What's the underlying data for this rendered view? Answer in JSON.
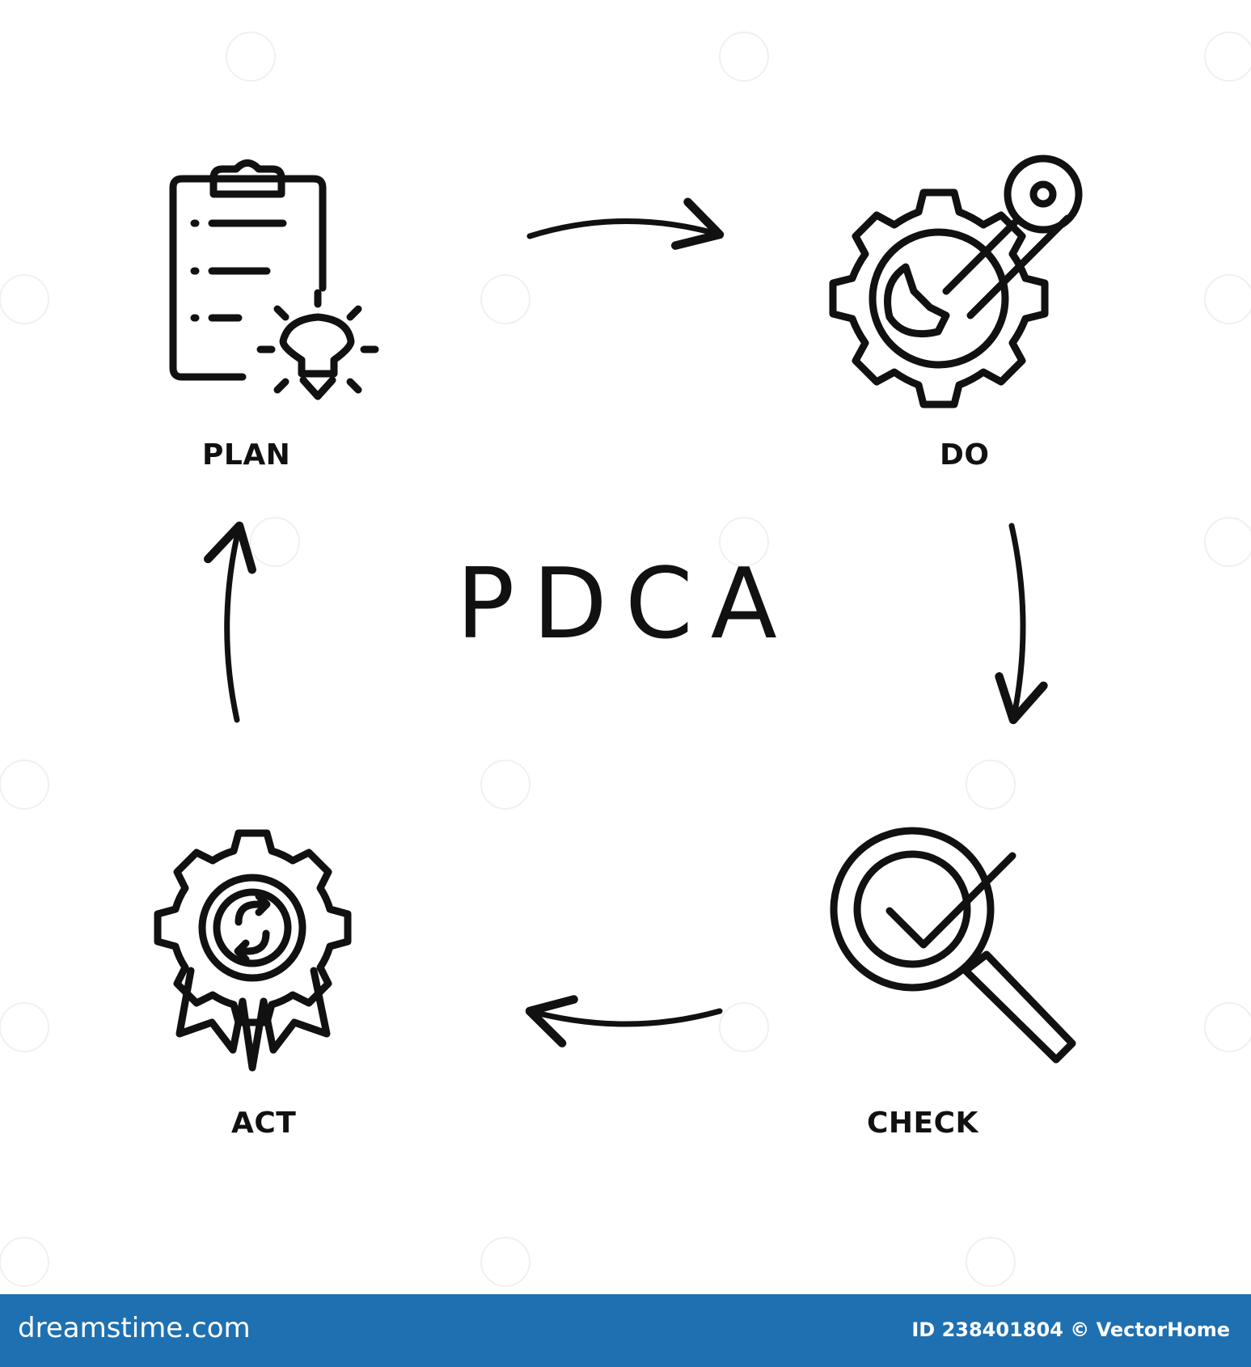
{
  "center_title": "PDCA",
  "stages": {
    "plan": {
      "label": "PLAN",
      "icon": "clipboard-lightbulb-icon"
    },
    "do": {
      "label": "DO",
      "icon": "gear-wrench-icon"
    },
    "check": {
      "label": "CHECK",
      "icon": "magnifier-checkmark-icon"
    },
    "act": {
      "label": "ACT",
      "icon": "gear-ribbon-cycle-icon"
    }
  },
  "footer": {
    "brand": "dreamstime.com",
    "stock_id": "ID 238401804 © VectorHome",
    "background_color": "#1f70b0"
  },
  "colors": {
    "stroke": "#111111",
    "background": "#ffffff"
  }
}
